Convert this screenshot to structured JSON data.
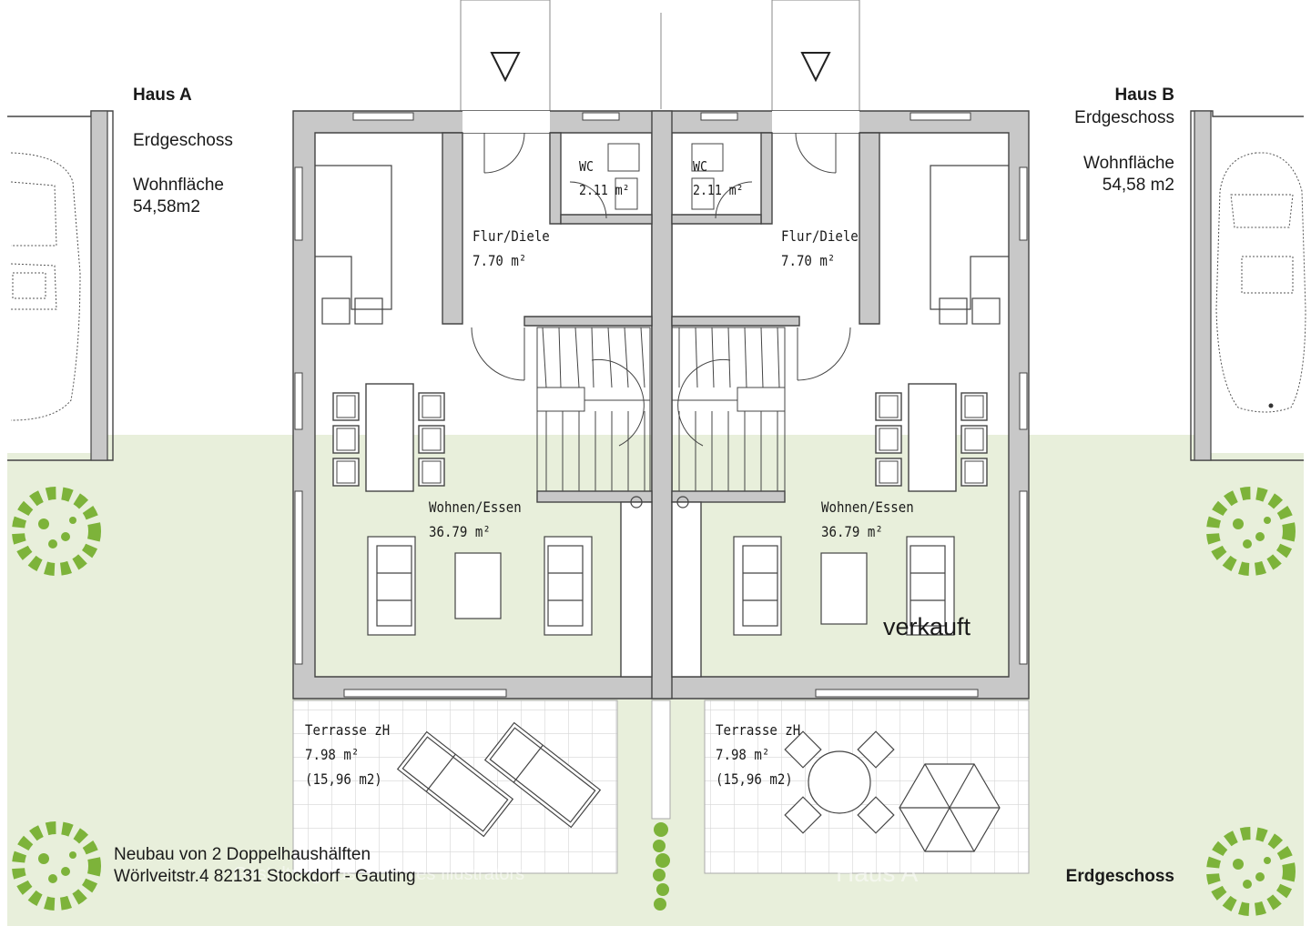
{
  "colors": {
    "lawn": "#e8efdb",
    "wall": "#c8c8c8",
    "line": "#444444",
    "tree": "#7db33a",
    "tile": "#d6d6d6"
  },
  "house_a": {
    "title": "Haus A",
    "floor": "Erdgeschoss",
    "area_label": "Wohnfläche",
    "area_value": "54,58m2"
  },
  "house_b": {
    "title": "Haus B",
    "floor": "Erdgeschoss",
    "area_label": "Wohnfläche",
    "area_value": "54,58 m2"
  },
  "rooms": {
    "a_wc": {
      "name": "WC",
      "area": "2.11 m²"
    },
    "a_flur": {
      "name": "Flur/Diele",
      "area": "7.70 m²"
    },
    "a_wohnen": {
      "name": "Wohnen/Essen",
      "area": "36.79 m²"
    },
    "a_terrasse": {
      "name": "Terrasse zH",
      "area": "7.98 m²",
      "area_alt": "(15,96 m2)"
    },
    "b_wc": {
      "name": "WC",
      "area": "2.11 m²"
    },
    "b_flur": {
      "name": "Flur/Diele",
      "area": "7.70 m²"
    },
    "b_wohnen": {
      "name": "Wohnen/Essen",
      "area": "36.79 m²"
    },
    "b_terrasse": {
      "name": "Terrasse zH",
      "area": "7.98 m²",
      "area_alt": "(15,96 m2)"
    }
  },
  "status_b": "verkauft",
  "footer": {
    "project": "Neubau von 2 Doppelhaushälften",
    "address": "Wörlveitstr.4  82131 Stockdorf - Gauting",
    "floor": "Erdgeschoss"
  },
  "watermark": {
    "text": "Gestaltung aus Sicht des Illustrators",
    "house": "Haus A"
  }
}
